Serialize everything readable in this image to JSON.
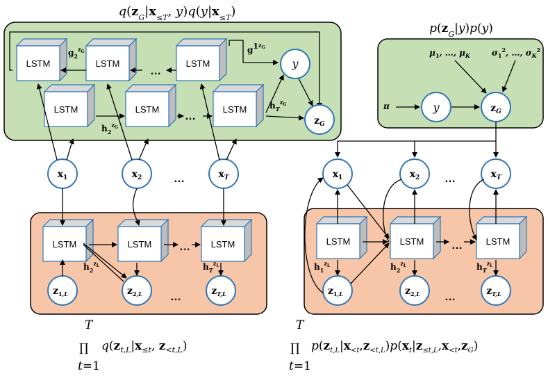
{
  "titles": {
    "left_top": "q(z_G | x_≤T, y) q(y | x_≤T)",
    "right_top": "p(z_G | y) p(y)"
  },
  "labels": {
    "lstm": "LSTM",
    "ellipsis": "…",
    "dots": "…",
    "y": "y",
    "zG": "z_G",
    "x1": "x_1",
    "x2": "x_2",
    "xT": "x_T",
    "z1L": "z_1,L",
    "z2L": "z_2,L",
    "zTL": "z_T,L",
    "pi": "π",
    "mu": "μ_1, …, μ_K",
    "sigma": "σ_1², …, σ_K²",
    "g1": "g_1^zG",
    "g2": "g_2^zG",
    "hT_G": "h_T^zG",
    "h2_G": "h_2^zG",
    "h2_L": "h_2^zL",
    "hT_L": "h_T^zL",
    "h1_L_r": "h_1^zL",
    "h2_L_r": "h_2^zL",
    "hT_L_r": "h_T^zL"
  },
  "formulas": {
    "left": "∏_{t=1}^{T} q(z_t,L | x_≤t, z_<t,L)",
    "right": "∏_{t=1}^{T} p(z_t,L | x_<t, z_<t,L) p(x_t | z_≤t,L, x_<t, z_G)"
  },
  "colors": {
    "green_panel": "#c6dfb4",
    "orange_panel": "#f7c6a8",
    "lstm_front": "#ffffff",
    "lstm_side": "#bdbdbd",
    "node_border": "#2e75b6",
    "box_border": "#2e75b6"
  }
}
